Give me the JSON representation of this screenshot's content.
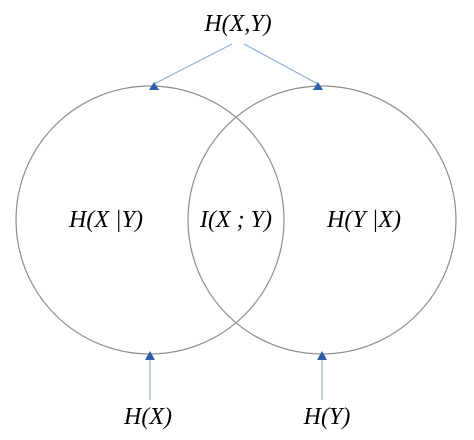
{
  "diagram": {
    "labels": {
      "joint_entropy": "H(X,Y)",
      "conditional_x_given_y": "H(X |Y)",
      "mutual_information": "I(X ; Y)",
      "conditional_y_given_x": "H(Y |X)",
      "entropy_x": "H(X)",
      "entropy_y": "H(Y)"
    },
    "colors": {
      "circle_stroke": "#8c8c8c",
      "connector_line": "#8fb0d6",
      "arrowhead": "#2e5fa8",
      "text": "#000000"
    }
  }
}
